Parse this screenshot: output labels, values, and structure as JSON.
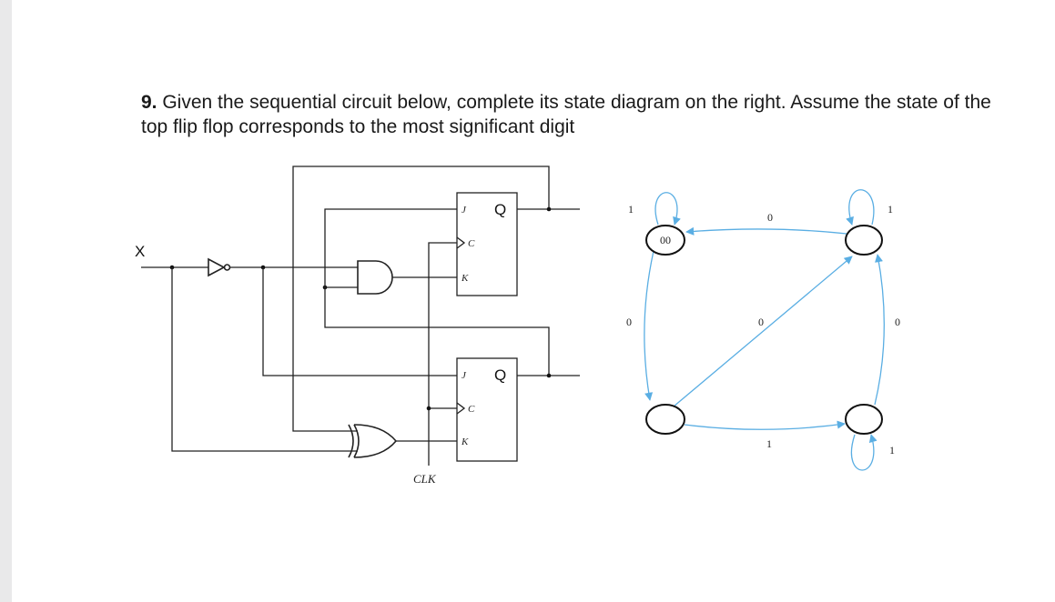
{
  "question": {
    "number": "9.",
    "text": " Given the sequential circuit below, complete its state diagram on the right. Assume the state of the top flip flop corresponds to the most significant digit"
  },
  "circuit": {
    "input_label": "X",
    "clock_label": "CLK",
    "flip_flops": [
      {
        "id": "top",
        "pins": {
          "j": "J",
          "c": "C",
          "k": "K"
        },
        "output": "Q"
      },
      {
        "id": "bottom",
        "pins": {
          "j": "J",
          "c": "C",
          "k": "K"
        },
        "output": "Q"
      }
    ],
    "gates": [
      "inverter",
      "and",
      "xor"
    ]
  },
  "state_diagram": {
    "colors": {
      "edge": "#5aaee3",
      "node": "#111111"
    },
    "states": [
      {
        "id": "top-left",
        "label": "00"
      },
      {
        "id": "top-right",
        "label": ""
      },
      {
        "id": "bottom-left",
        "label": ""
      },
      {
        "id": "bottom-right",
        "label": ""
      }
    ],
    "edge_labels": {
      "self_loop_top_left": "1",
      "top_right_to_top_left": "0",
      "self_loop_top_right": "1",
      "top_left_to_bottom_left": "0",
      "bottom_left_to_top_right": "0",
      "bottom_right_to_top_right": "0",
      "bottom_left_to_bottom_right": "1",
      "self_loop_bottom_right": "1"
    }
  }
}
